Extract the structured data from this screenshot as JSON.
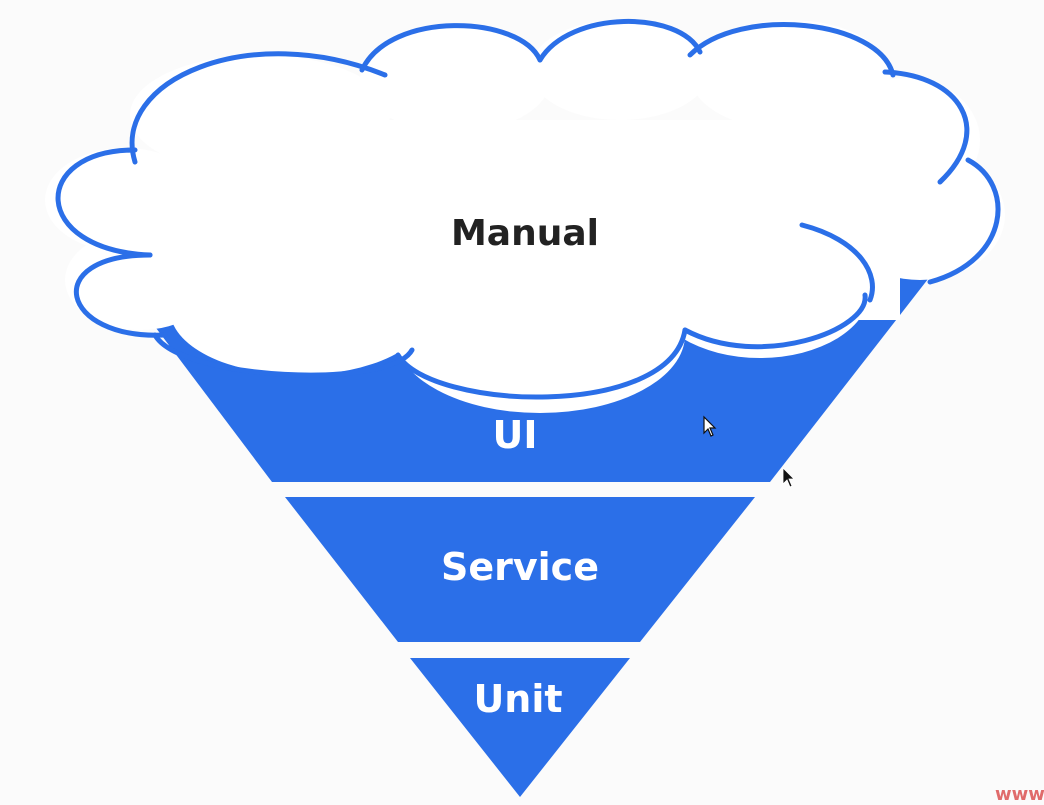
{
  "diagram": {
    "top_label": "Manual",
    "layers": [
      {
        "id": "ui",
        "label": "UI"
      },
      {
        "id": "service",
        "label": "Service"
      },
      {
        "id": "unit",
        "label": "Unit"
      }
    ]
  },
  "watermark": "www",
  "colors": {
    "layer_fill": "#2b6fe8",
    "cloud_stroke": "#2b6fe8",
    "cloud_fill": "#ffffff",
    "background": "#fbfbfb"
  }
}
